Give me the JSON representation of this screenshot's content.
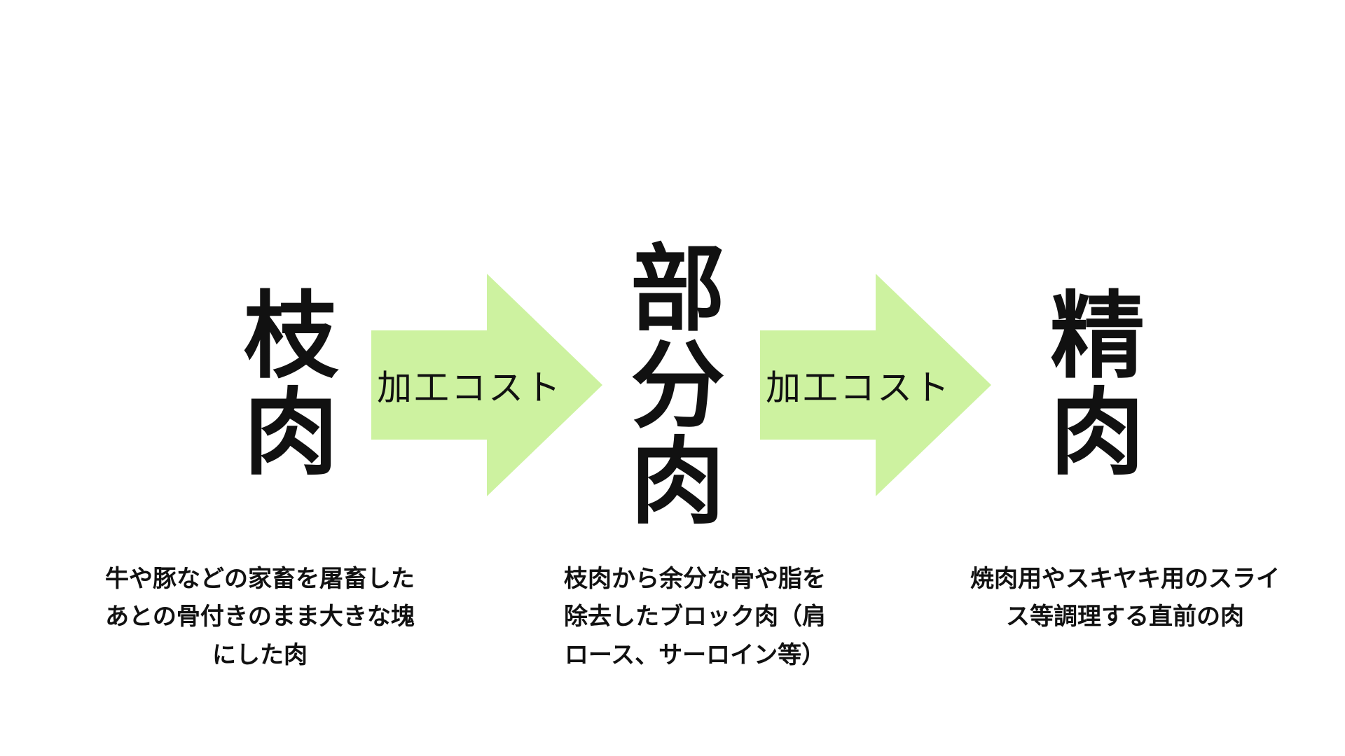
{
  "diagram": {
    "stages": [
      {
        "term": "枝肉",
        "description": "牛や豚などの家畜を屠畜した\nあとの骨付きのまま大きな塊\nにした肉"
      },
      {
        "term": "部分肉",
        "description": "枝肉から余分な骨や脂を\n除去したブロック肉（肩\nロース、サーロイン等）"
      },
      {
        "term": "精肉",
        "description": "焼肉用やスキヤキ用のスライ\nス等調理する直前の肉"
      }
    ],
    "arrows": [
      {
        "label": "加工コスト"
      },
      {
        "label": "加工コスト"
      }
    ],
    "colors": {
      "arrow": "#cdf2a0",
      "text": "#111111",
      "background": "#ffffff"
    }
  }
}
